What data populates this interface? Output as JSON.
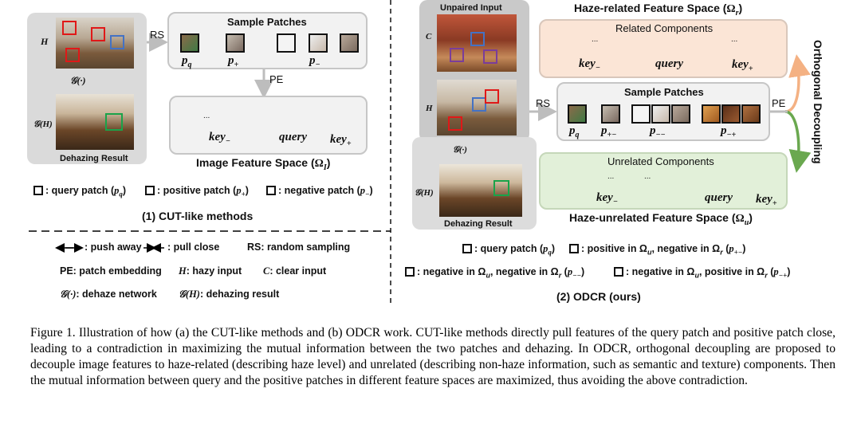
{
  "labels": {
    "H": "H",
    "C": "C",
    "G_func": "𝒢(·)",
    "G_H": "𝒢(H)",
    "dehazing_result": "Dehazing Result",
    "unpaired_input": "Unpaired Input",
    "RS": "RS",
    "PE": "PE",
    "sample_patches": "Sample Patches",
    "p_q": "p",
    "p_q_sub": "q",
    "p_plus": "p",
    "p_plus_sub": "+",
    "p_minus": "p",
    "p_minus_sub": "−",
    "p_pm": "p",
    "p_pm_sub": "+−",
    "p_mm": "p",
    "p_mm_sub": "−−",
    "p_mp": "p",
    "p_mp_sub": "−+",
    "key_minus": "key",
    "key_minus_sub": "−",
    "query": "query",
    "key_plus": "key",
    "key_plus_sub": "+",
    "image_feature_space": "Image Feature Space (",
    "omega_I": "Ω",
    "omega_I_sub": "I",
    "haze_related_space": "Haze-related Feature Space (",
    "omega_r": "Ω",
    "omega_r_sub": "r",
    "related_components": "Related Components",
    "unrelated_components": "Unrelated Components",
    "haze_unrelated_space": "Haze-unrelated Feature Space (",
    "omega_u": "Ω",
    "omega_u_sub": "u",
    "orthogonal_decoupling": "Orthogonal Decoupling",
    "dots": "...",
    "close_paren": ")"
  },
  "left_legend": {
    "query": ": query patch (",
    "positive": ": positive patch (",
    "negative": ": negative patch ("
  },
  "left_title": "(1) CUT-like methods",
  "right_title": "(2) ODCR (ours)",
  "bottom_legend": {
    "push": ": push away",
    "pull": ": pull close",
    "rs": "RS: random sampling",
    "pe": "PE: patch embedding",
    "h": ": hazy input",
    "h_sym": "H",
    "c": ": clear input",
    "c_sym": "C",
    "g": ": dehaze network",
    "g_sym": "𝒢(·)",
    "gh": ": dehazing result",
    "gh_sym": "𝒢(H)"
  },
  "right_legend": {
    "query": ": query patch (",
    "pos": ": positive in Ω",
    "pos2": ", negative in Ω",
    "neg1": ": negative in Ω",
    "neg1b": ", negative in Ω",
    "neg2": ": negative in Ω",
    "neg2b": ", positive in Ω"
  },
  "caption": "Figure 1. Illustration of how (a) the CUT-like methods and (b) ODCR work. CUT-like methods directly pull features of the query patch and positive patch close, leading to a contradiction in maximizing the mutual information between the two patches and dehazing. In ODCR, orthogonal decoupling are proposed to decouple image features to haze-related (describing haze level) and unrelated (describing non-haze information, such as semantic and texture) components. Then the mutual information between query and the positive patches in different feature spaces are maximized, thus avoiding the above contradiction.",
  "colors": {
    "red": "#e01818",
    "blue": "#4472c4",
    "green": "#1aa34a",
    "purple": "#7a3d9a",
    "peach": "#fbe5d6",
    "mint": "#e2f0d9"
  }
}
